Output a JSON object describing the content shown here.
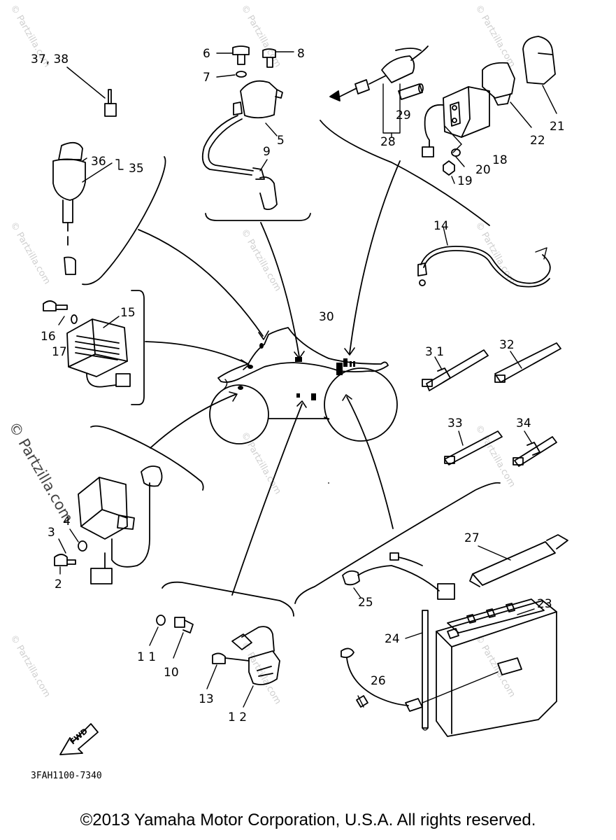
{
  "labels": {
    "l37_38": "37, 38",
    "l36": "36",
    "l35": "35",
    "l6": "6",
    "l7": "7",
    "l8": "8",
    "l5": "5",
    "l9": "9",
    "l28": "28",
    "l29": "29",
    "l18": "18",
    "l19": "19",
    "l20": "20",
    "l21": "21",
    "l22": "22",
    "l14": "14",
    "l15": "15",
    "l16": "16",
    "l17": "17",
    "l30": "30",
    "l31": "3 1",
    "l32": "32",
    "l33": "33",
    "l34": "34",
    "l2": "2",
    "l3": "3",
    "l4": "4",
    "l10": "10",
    "l11": "1 1",
    "l12": "1 2",
    "l13": "13",
    "l23": "23",
    "l24": "24",
    "l25": "25",
    "l26": "26",
    "l27": "27"
  },
  "diagram_code": "3FAH1100-7340",
  "fwd_label": "FWD",
  "watermark": {
    "text": "© Partzilla.com"
  },
  "copyright": "©2013 Yamaha Motor Corporation, U.S.A. All rights reserved.",
  "colors": {
    "ink": "#000000",
    "watermark": "#cfcfcf",
    "background": "#ffffff"
  }
}
